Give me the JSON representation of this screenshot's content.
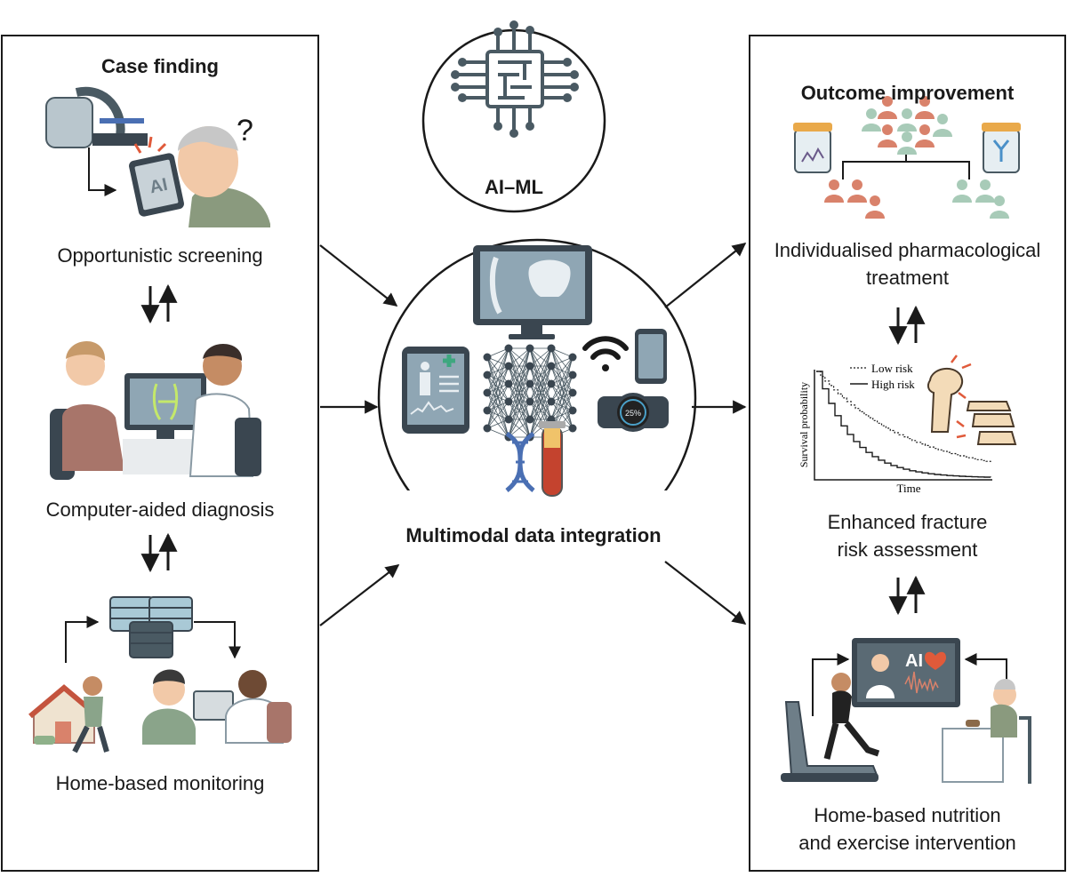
{
  "left_panel": {
    "heading": "Case finding",
    "items": [
      {
        "label": "Opportunistic screening",
        "device_text": "AI"
      },
      {
        "label": "Computer-aided diagnosis"
      },
      {
        "label": "Home-based monitoring"
      }
    ],
    "question_mark": "?"
  },
  "center": {
    "ai_label": "AI–ML",
    "integration_label": "Multimodal data integration",
    "watch_text": "25%"
  },
  "right_panel": {
    "heading": "Outcome improvement",
    "items": [
      {
        "label_line1": "Individualised pharmacological",
        "label_line2": "treatment"
      },
      {
        "label_line1": "Enhanced fracture",
        "label_line2": "risk assessment"
      },
      {
        "label_line1": "Home-based nutrition",
        "label_line2": "and exercise intervention"
      }
    ],
    "screen_text": "AI"
  },
  "survival_chart": {
    "legend": [
      "Low risk",
      "High risk"
    ],
    "xlabel": "Time",
    "ylabel": "Survival probability"
  },
  "colors": {
    "salmon": "#d9826b",
    "mint": "#a8cbb8",
    "slate": "#4a5a63",
    "navy": "#3a4650",
    "screen": "#8fa6b4",
    "dna_blue": "#4a6fb3",
    "tube_red": "#c4432e"
  }
}
